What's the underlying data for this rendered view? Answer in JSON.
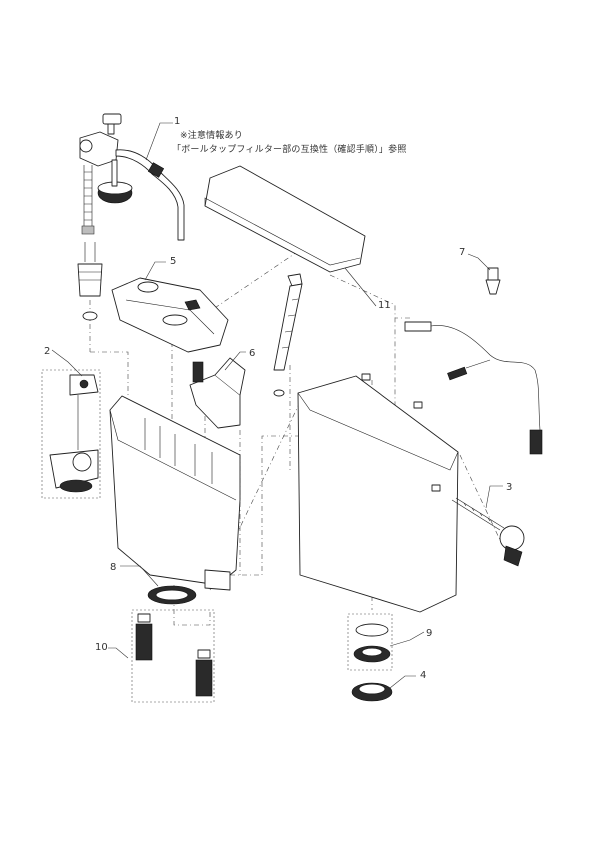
{
  "callouts": [
    "1",
    "2",
    "3",
    "4",
    "5",
    "6",
    "7",
    "8",
    "9",
    "10",
    "11"
  ],
  "note": {
    "line1": "※注意情報あり",
    "line2": "「ボールタップフィルター部の互換性（確認手順）」参照"
  },
  "colors": {
    "line": "#222222",
    "background": "#ffffff",
    "dark_part": "#2a2a2a"
  }
}
